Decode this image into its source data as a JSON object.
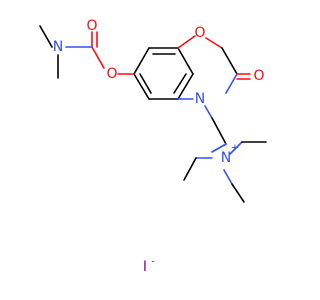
{
  "atoms": {
    "o_carbamate_carbonyl": "O",
    "o_carbamate_ester": "O",
    "n_dimethylamino": "N",
    "o_ring": "O",
    "n_ring": "N",
    "o_lactam_carbonyl": "O",
    "n_quaternary": "N",
    "n_charge": "+",
    "iodide": "I",
    "iodide_charge": "-"
  },
  "colors": {
    "bond": "#000000",
    "oxygen": "#ff0d0d",
    "nitrogen": "#3050f8",
    "iodine": "#940094",
    "background": "#ffffff"
  }
}
